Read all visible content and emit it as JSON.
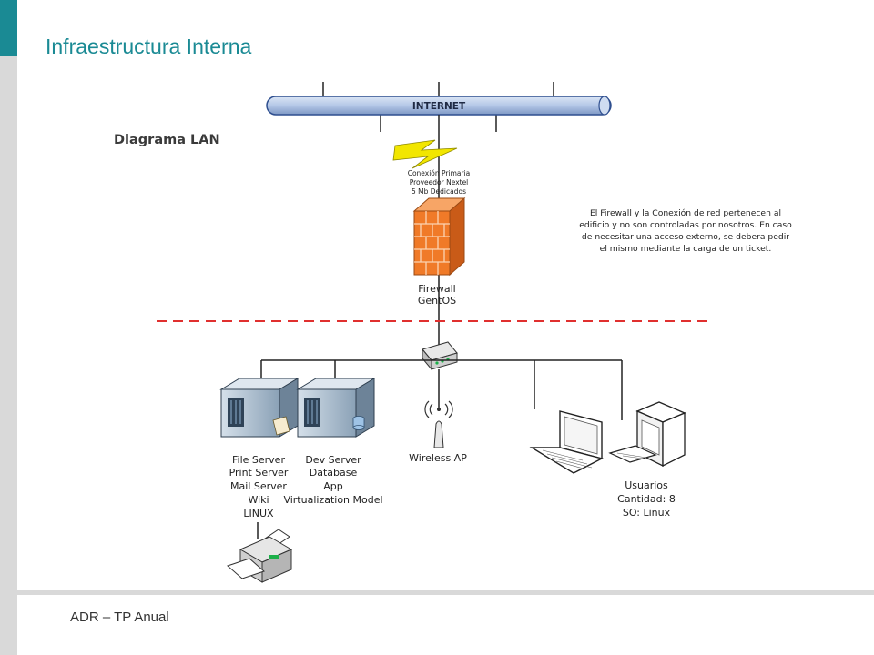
{
  "slide": {
    "title": "Infraestructura Interna",
    "footer": "ADR – TP Anual"
  },
  "diagram": {
    "heading": "Diagrama LAN",
    "internet_label": "INTERNET",
    "connection": {
      "lines": [
        "Conexión Primaria",
        "Proveedor Nextel",
        "5 Mb Dedicados"
      ]
    },
    "firewall": {
      "lines": [
        "Firewall",
        "GentOS"
      ]
    },
    "note": {
      "lines": [
        "El Firewall y la Conexión de red pertenecen al",
        "edificio y no son controladas por nosotros. En caso",
        "de necesitar una acceso externo, se debera pedir",
        "el mismo mediante la carga de un ticket."
      ]
    },
    "file_server": {
      "lines": [
        "File Server",
        "Print Server",
        "Mail Server",
        "Wiki",
        "LINUX"
      ]
    },
    "dev_server": {
      "lines": [
        "Dev Server",
        "Database",
        "App",
        "Virtualization Model"
      ]
    },
    "wireless": {
      "lines": [
        "Wireless AP"
      ]
    },
    "users": {
      "lines": [
        "Usuarios",
        "Cantidad: 8",
        "SO: Linux"
      ]
    },
    "colors": {
      "accent": "#1a8a94",
      "pipe": "#b4c7e7",
      "pipe_stroke": "#2f4f8f",
      "bolt": "#f2e600",
      "firewall": "#f07a28",
      "dashed": "#e0302f",
      "server": "#8fa5b8"
    }
  }
}
